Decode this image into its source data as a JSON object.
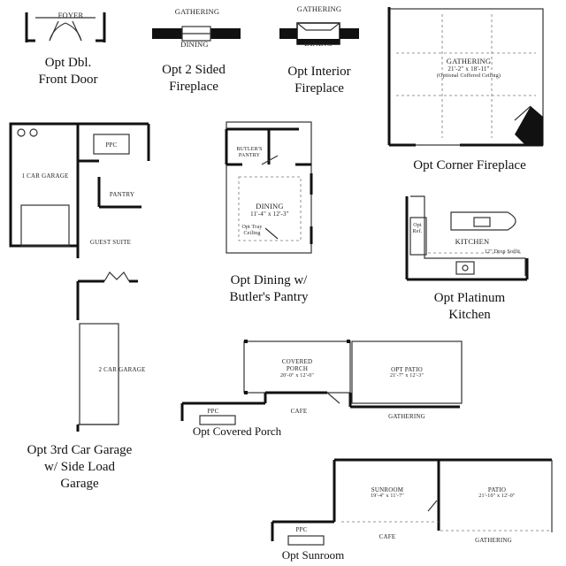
{
  "captions": {
    "dbl_front_door": "Opt Dbl.\nFront Door",
    "two_sided_fireplace": "Opt 2 Sided\nFireplace",
    "interior_fireplace": "Opt Interior\nFireplace",
    "corner_fireplace": "Opt Corner Fireplace",
    "third_car_garage": "Opt 3rd Car Garage\nw/ Side Load\nGarage",
    "dining_butlers_pantry": "Opt Dining w/\nButler's Pantry",
    "platinum_kitchen": "Opt Platinum\nKitchen",
    "covered_porch": "Opt Covered Porch",
    "sunroom": "Opt Sunroom"
  },
  "rooms": {
    "foyer": "FOYER",
    "gathering_2sided": "GATHERING",
    "dining_2sided": "DINING",
    "gathering_interior": "GATHERING",
    "dining_interior": "DINING",
    "corner_gathering": "GATHERING",
    "corner_gathering_dims": "21'-2\" x 18'-11\"",
    "corner_gathering_note": "(Optional Coffered Ceiling)",
    "garage_1car": "1 CAR GARAGE",
    "ppc_garage": "PPC",
    "pantry": "PANTRY",
    "guest_suite": "GUEST SUITE",
    "garage_2car": "2 CAR GARAGE",
    "butlers_pantry": "BUTLER'S\nPANTRY",
    "dining": "DINING",
    "dining_dims": "11'-4\" x 12'-3\"",
    "opt_tray": "Opt Tray\nCeiling",
    "opt_ref": "Opt\nRef.",
    "kitchen": "KITCHEN",
    "drop_soffit": "12\" Drop Soffit",
    "covered_porch": "COVERED\nPORCH",
    "covered_porch_dims": "20'-0\" x 12'-0\"",
    "opt_patio": "OPT PATIO",
    "opt_patio_dims": "21'-7\" x 12'-3\"",
    "ppc_porch": "PPC",
    "cafe_porch": "CAFE",
    "gathering_porch": "GATHERING",
    "sunroom": "SUNROOM",
    "sunroom_dims": "19'-4\" x 11'-7\"",
    "patio": "PATIO",
    "patio_dims": "21'-10\" x 12'-0\"",
    "ppc_sunroom": "PPC",
    "cafe_sunroom": "CAFE",
    "gathering_sunroom": "GATHERING"
  }
}
